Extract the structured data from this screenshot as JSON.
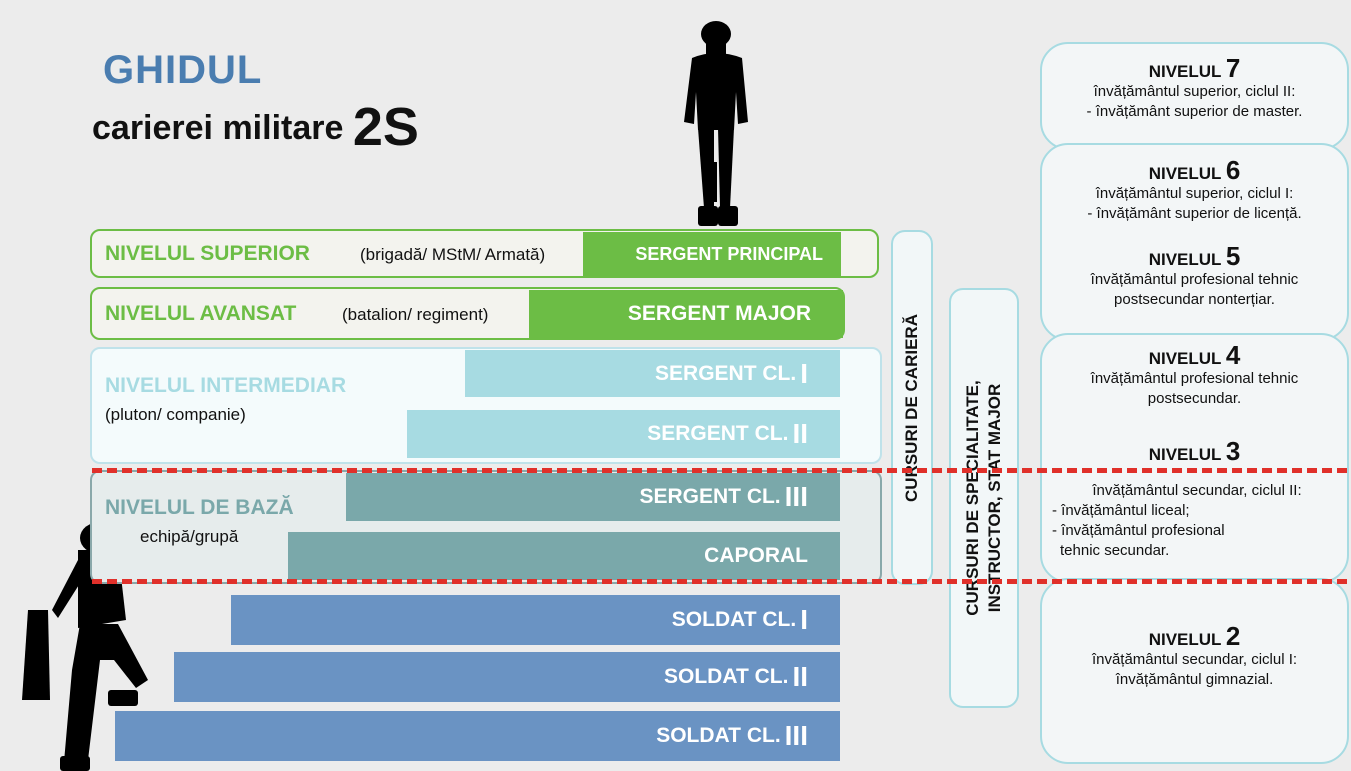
{
  "header": {
    "title": "GHIDUL",
    "subtitle": "carierei militare",
    "subtitle_big": "2S"
  },
  "levels": {
    "superior": {
      "name": "NIVELUL SUPERIOR",
      "scope": "(brigadă/ MStM/ Armată)"
    },
    "avansat": {
      "name": "NIVELUL AVANSAT",
      "scope": "(batalion/ regiment)"
    },
    "intermediar": {
      "name": "NIVELUL INTERMEDIAR",
      "scope": "(pluton/ companie)"
    },
    "baza": {
      "name": "NIVELUL DE BAZĂ",
      "scope": "echipă/grupă"
    }
  },
  "ranks": {
    "sergent_principal": {
      "label": "SERGENT PRINCIPAL",
      "roman": ""
    },
    "sergent_major": {
      "label": "SERGENT MAJOR",
      "roman": ""
    },
    "sergent_cl1": {
      "label": "SERGENT CL.",
      "roman": "I"
    },
    "sergent_cl2": {
      "label": "SERGENT CL.",
      "roman": "II"
    },
    "sergent_cl3": {
      "label": "SERGENT CL.",
      "roman": "III"
    },
    "caporal": {
      "label": "CAPORAL",
      "roman": ""
    },
    "soldat_cl1": {
      "label": "SOLDAT CL.",
      "roman": "I"
    },
    "soldat_cl2": {
      "label": "SOLDAT CL.",
      "roman": "II"
    },
    "soldat_cl3": {
      "label": "SOLDAT CL.",
      "roman": "III"
    }
  },
  "courses": {
    "cariera": "CURSURI DE CARIERĂ",
    "specialitate_line1": "CURSURI DE SPECIALITATE,",
    "specialitate_line2": "INSTRUCTOR, STAT MAJOR"
  },
  "education": {
    "n7": {
      "head": "NIVELUL",
      "num": "7",
      "lines": [
        "învățământul superior, ciclul II:",
        "- învățământ superior de master."
      ]
    },
    "n6": {
      "head": "NIVELUL",
      "num": "6",
      "lines": [
        "învățământul superior, ciclul I:",
        "- învățământ superior de licență."
      ]
    },
    "n5": {
      "head": "NIVELUL",
      "num": "5",
      "lines": [
        "învățământul profesional tehnic",
        "postsecundar nonterțiar."
      ]
    },
    "n4": {
      "head": "NIVELUL",
      "num": "4",
      "lines": [
        "învățământul profesional tehnic",
        "postsecundar."
      ]
    },
    "n3": {
      "head": "NIVELUL",
      "num": "3",
      "lines": [
        "învățământul secundar, ciclul II:",
        "- învățământul liceal;",
        "- învățământul profesional",
        "  tehnic secundar."
      ]
    },
    "n2": {
      "head": "NIVELUL",
      "num": "2",
      "lines": [
        "învățământul secundar, ciclul I:",
        "învățământul gimnazial."
      ]
    }
  },
  "colors": {
    "title_blue": "#4a7db0",
    "green": "#6cbd45",
    "light_blue": "#a7dbe2",
    "teal": "#7aa8aa",
    "blue": "#6a93c3",
    "dash_red": "#e0302a"
  },
  "icons": {
    "standing_soldier": "soldier-silhouette-icon",
    "climbing_soldier": "climbing-soldier-icon"
  }
}
